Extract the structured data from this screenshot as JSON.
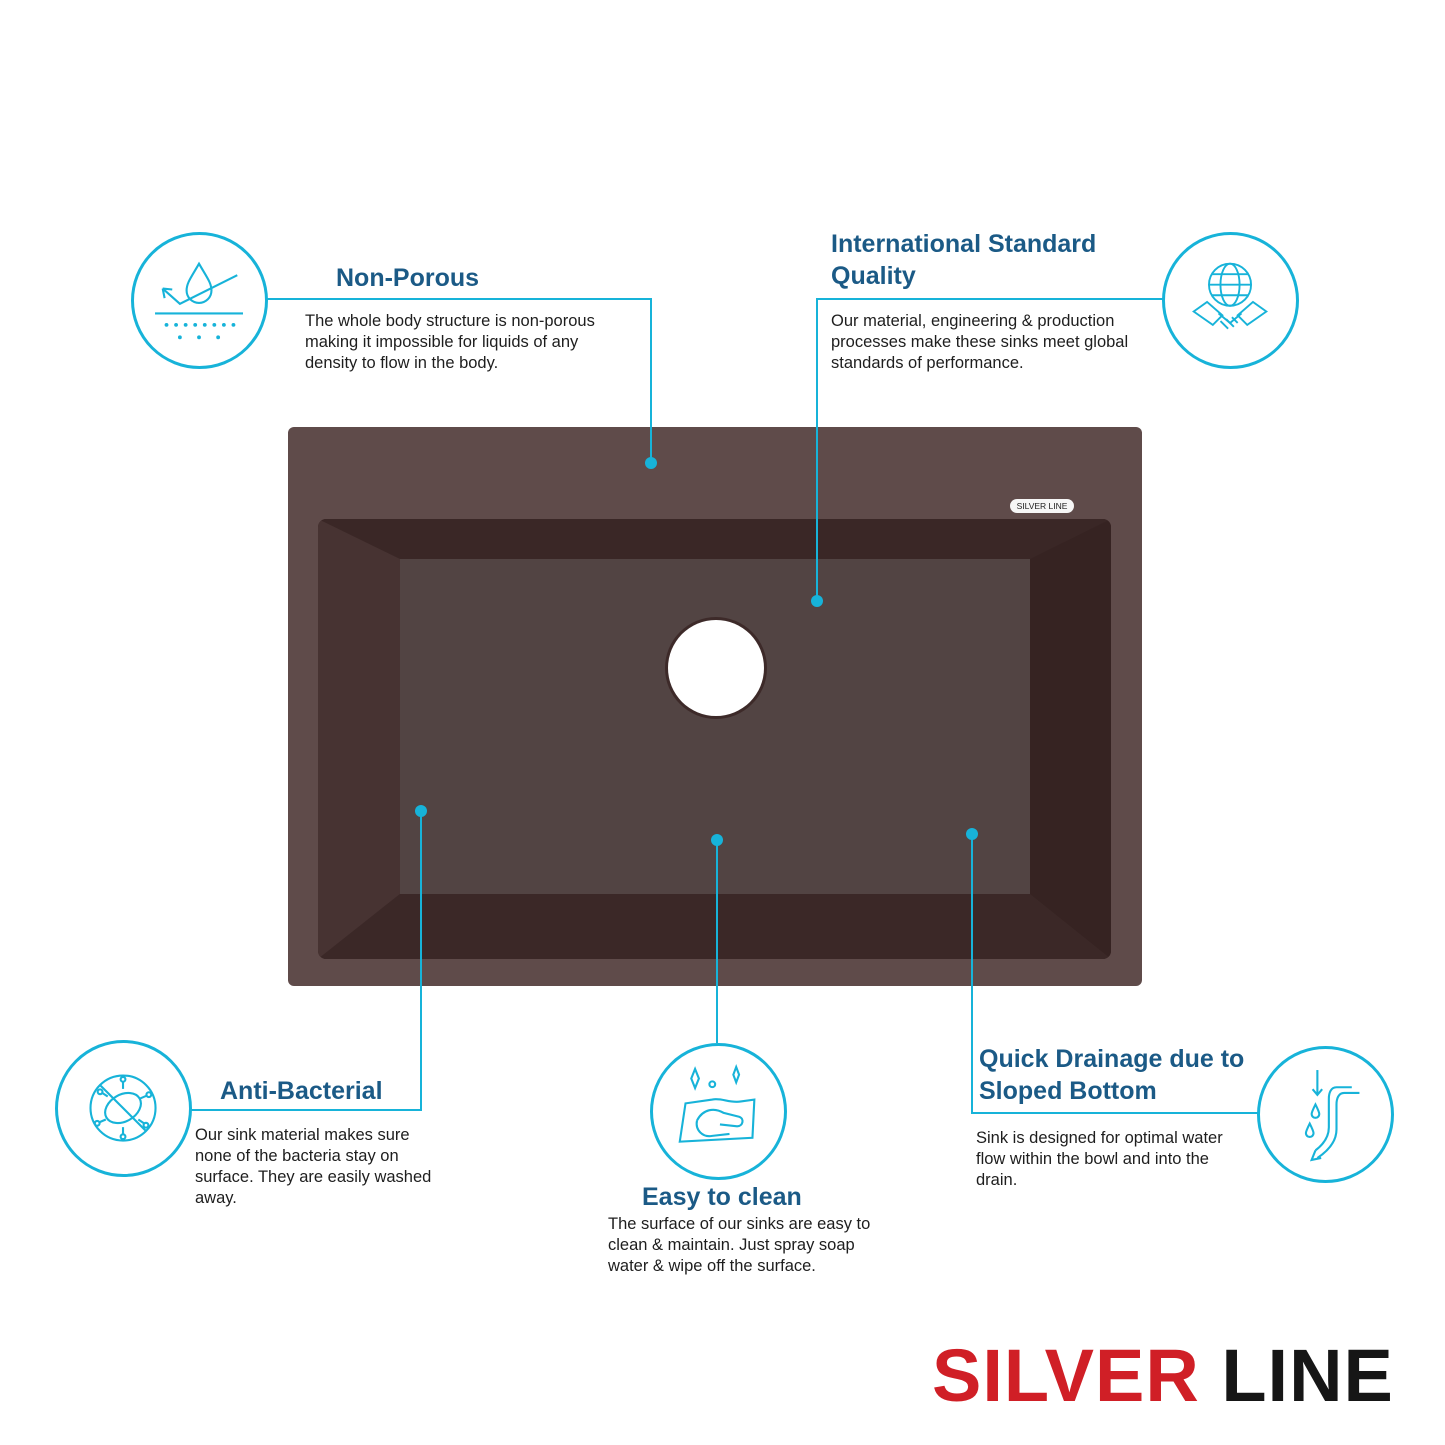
{
  "colors": {
    "accent": "#17b3d9",
    "title": "#1b5a86",
    "sink": "#5f4b4a",
    "brand_red": "#d01f26",
    "brand_dark": "#161616"
  },
  "sink": {
    "badge": "SILVER LINE"
  },
  "features": {
    "non_porous": {
      "title": "Non-Porous",
      "text": "The whole body structure is non-porous making it impossible for liquids of any density to flow in the body.",
      "icon": "droplet-surface-icon"
    },
    "quality": {
      "title_line1": "International Standard",
      "title_line2": "Quality",
      "text": "Our material, engineering & production processes make these sinks meet global standards of performance.",
      "icon": "globe-handshake-icon"
    },
    "anti_bacterial": {
      "title": "Anti-Bacterial",
      "text": "Our sink material makes sure none of the bacteria stay on surface. They are easily washed away.",
      "icon": "no-bacteria-icon"
    },
    "easy_clean": {
      "title": "Easy to clean",
      "text": "The surface of our sinks are easy to clean & maintain. Just spray soap water & wipe off the surface.",
      "icon": "hand-wipe-icon"
    },
    "drainage": {
      "title_line1": "Quick Drainage due to",
      "title_line2": "Sloped Bottom",
      "text": "Sink is designed for optimal water flow within the bowl and into the drain.",
      "icon": "water-flow-icon"
    }
  },
  "logo": {
    "word1": "SILVER",
    "word2": "LINE"
  }
}
